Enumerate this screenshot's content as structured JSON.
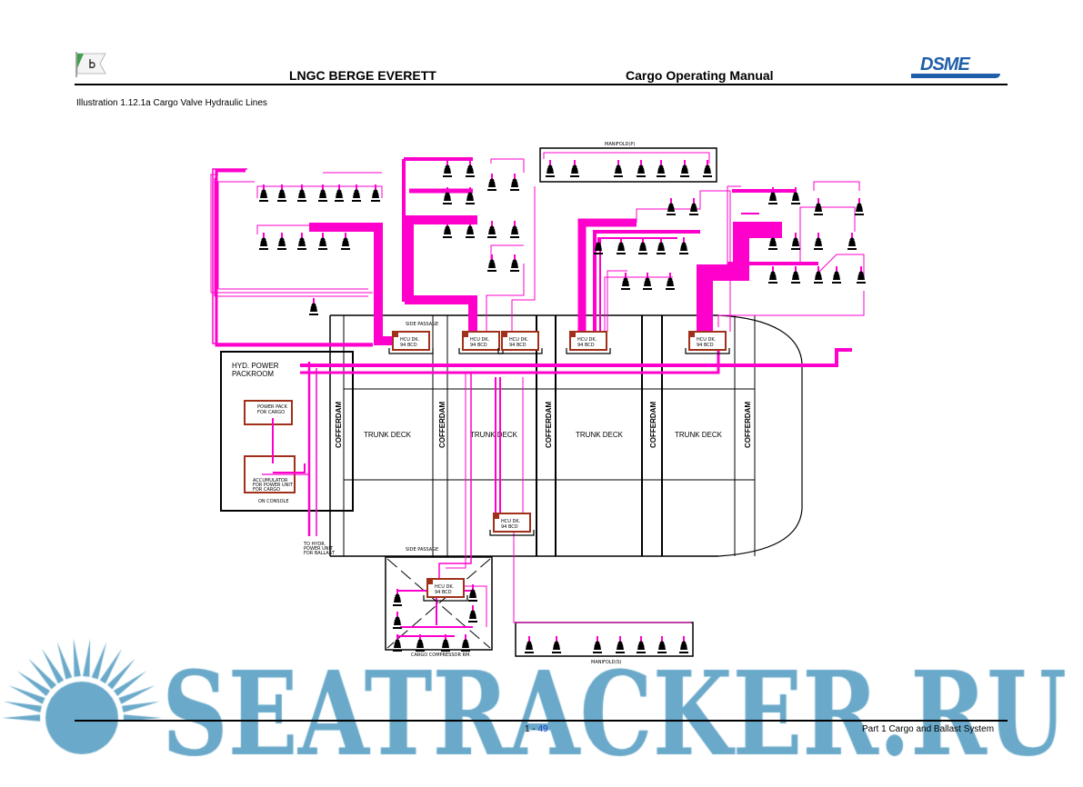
{
  "header": {
    "ship": "LNGC BERGE EVERETT",
    "manual": "Cargo Operating Manual",
    "brand_logo": "DSME",
    "caption": "Illustration 1.12.1a Cargo Valve Hydraulic Lines"
  },
  "diagram": {
    "manifold_p": "MANIFOLD(P)",
    "manifold_s": "MANIFOLD(S)",
    "side_passage": "SIDE PASSAGE",
    "trunk_deck": "TRUNK DECK",
    "cofferdam": "COFFERDAM",
    "power_room": [
      "HYD. POWER",
      "PACKROOM"
    ],
    "power_pack": [
      "POWER PACK",
      "FOR CARGO"
    ],
    "accumulator": [
      "ACCUMULATOR",
      "FOR POWER UNIT",
      "FOR CARGO"
    ],
    "on_console": "ON CONSOLE",
    "to_ballast": [
      "TO HYDR.",
      "POWER UNIT",
      "FOR BALLAST"
    ],
    "compressor_room": "CARGO COMPRESSOR RM.",
    "hcu_label": [
      "HCU DK.",
      "94 BCD"
    ],
    "colors": {
      "hydraulic": "#ff00cc",
      "box": "#a0301a",
      "watermark": "#6aa9c9"
    }
  },
  "footer": {
    "page_prefix": "1 - ",
    "page_number": "49",
    "part": "Part 1 Cargo and Ballast System"
  },
  "watermark": "SEATRACKER.RU"
}
